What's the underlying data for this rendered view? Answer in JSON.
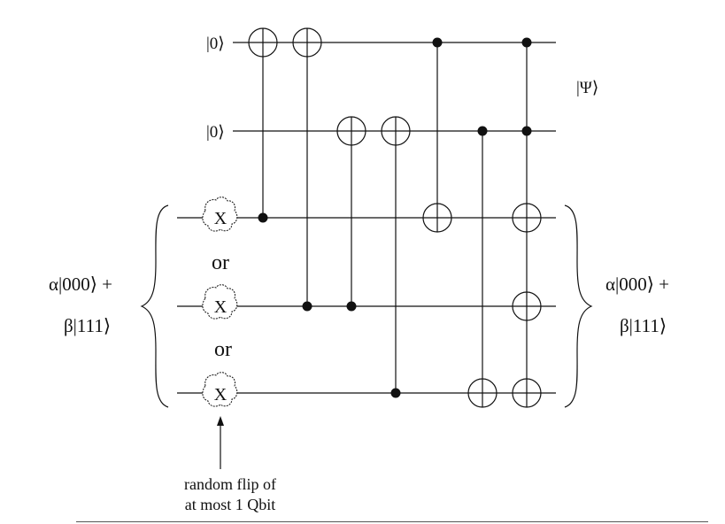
{
  "inputs": {
    "ancilla_1": "|0⟩",
    "ancilla_2": "|0⟩"
  },
  "output_label": "|Ψ⟩",
  "state_left": {
    "line1": "α|000⟩ +",
    "line2": "β|111⟩"
  },
  "state_right": {
    "line1": "α|000⟩ +",
    "line2": "β|111⟩"
  },
  "error": {
    "gate_label": "X",
    "separator": "or"
  },
  "caption": {
    "line1": "random flip of",
    "line2": "at most 1 Qbit"
  }
}
